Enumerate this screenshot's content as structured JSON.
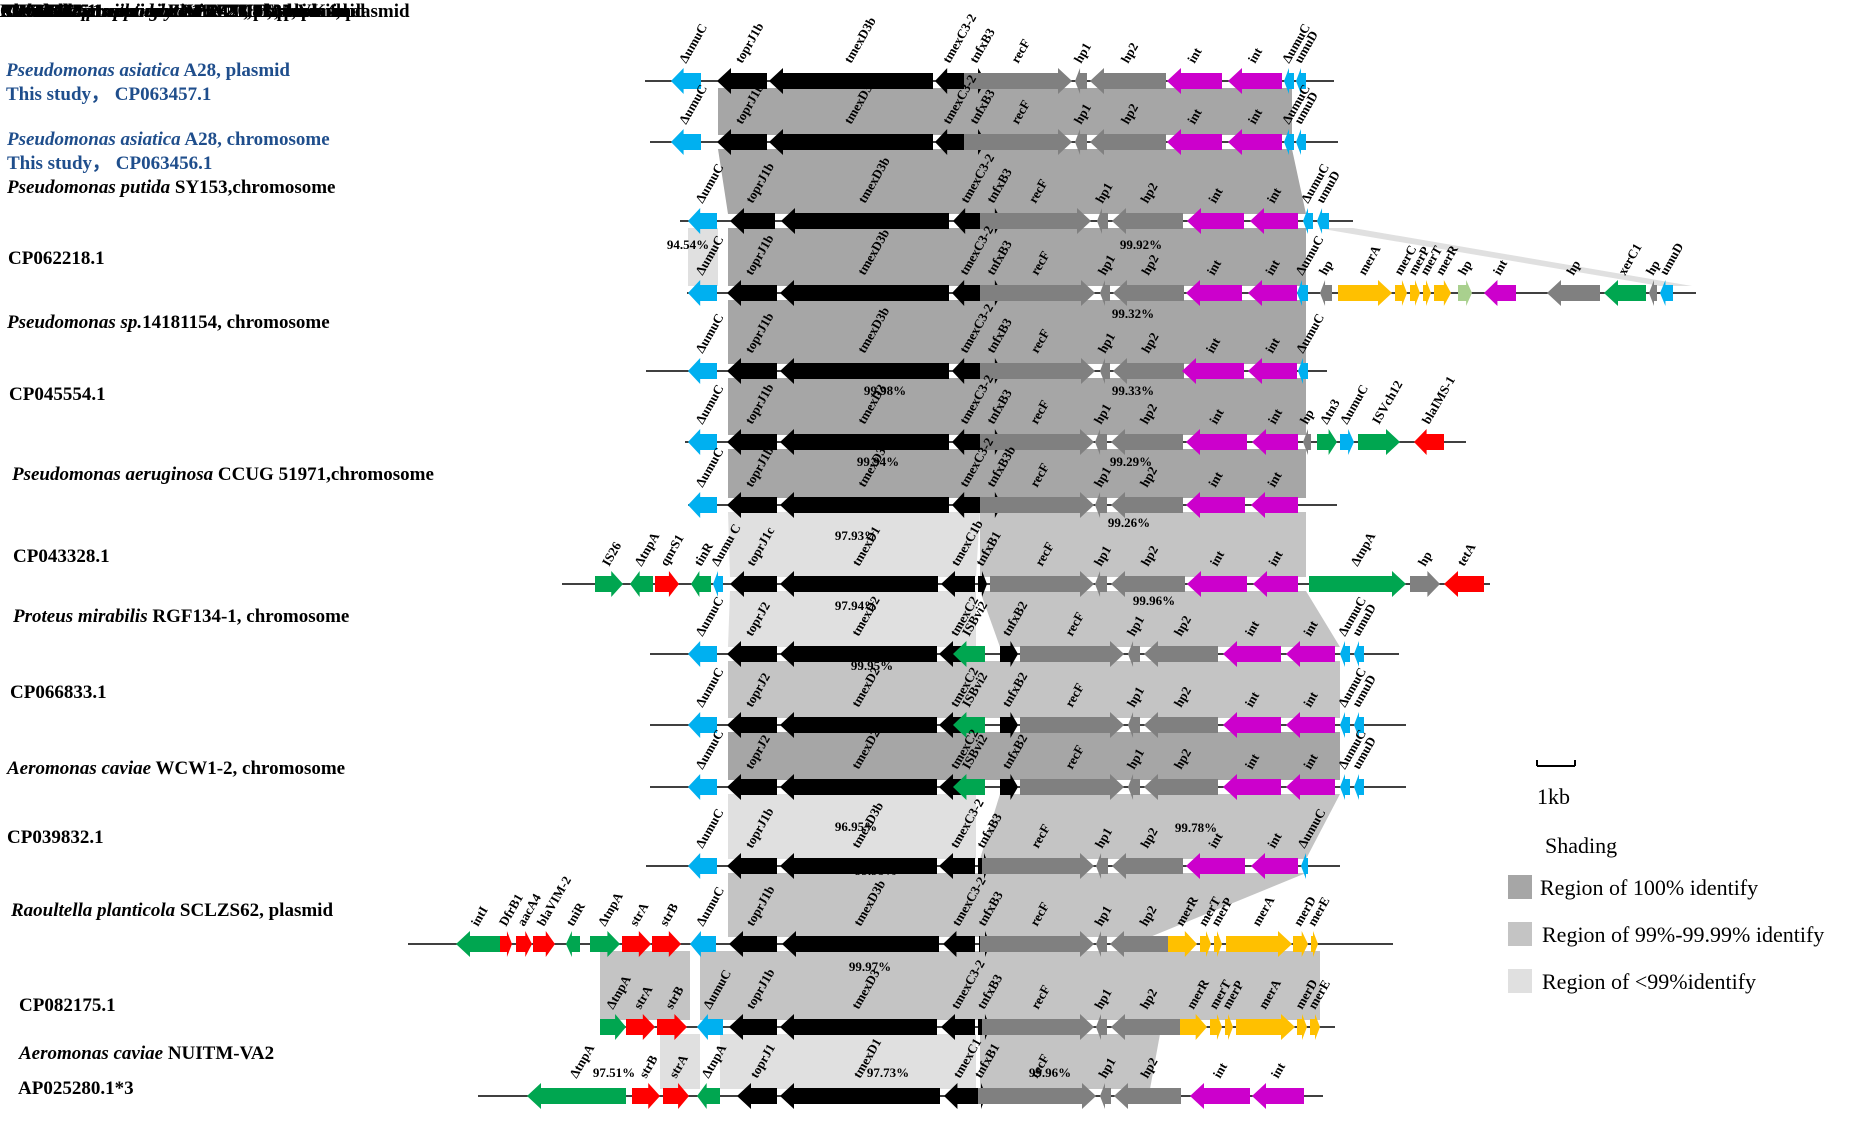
{
  "colors": {
    "shade100": "#a6a6a6",
    "shade99": "#c4c4c4",
    "shadeLow": "#e0e0e0",
    "black": "#000000",
    "gray": "#808080",
    "cyan": "#00b0f0",
    "magenta": "#cc00cc",
    "green": "#00a650",
    "red": "#ff0000",
    "yellow": "#ffc000",
    "lightgreen": "#a9d08e",
    "label_blue": "#1f4e8c"
  },
  "tracks": [
    {
      "species": "Pseudomonas asiatica",
      "strain": " A28, plasmid",
      "line2": "This study， CP063457.1",
      "label_color": "blue",
      "genes": [
        [
          "ΔumuC",
          "cyan"
        ],
        [
          "toprJ1b",
          "black"
        ],
        [
          "tmexD3b",
          "black"
        ],
        [
          "tmexC3-2",
          "black"
        ],
        [
          "tnfxB3",
          "black"
        ],
        [
          "recF",
          "gray"
        ],
        [
          "hp1",
          "gray"
        ],
        [
          "hp2",
          "gray"
        ],
        [
          "int",
          "magenta"
        ],
        [
          "int",
          "magenta"
        ],
        [
          "ΔumuC",
          "cyan"
        ],
        [
          "umuD",
          "cyan"
        ]
      ]
    },
    {
      "species": "Pseudomonas asiatica",
      "strain": " A28, chromosome",
      "line2": "This study， CP063456.1",
      "label_color": "blue",
      "genes": [
        [
          "ΔumuC",
          "cyan"
        ],
        [
          "toprJ1b",
          "black"
        ],
        [
          "tmexD3b",
          "black"
        ],
        [
          "tmexC3-2",
          "black"
        ],
        [
          "tnfxB3",
          "black"
        ],
        [
          "recF",
          "gray"
        ],
        [
          "hp1",
          "gray"
        ],
        [
          "hp2",
          "gray"
        ],
        [
          "int",
          "magenta"
        ],
        [
          "int",
          "magenta"
        ],
        [
          "ΔumuC",
          "cyan"
        ],
        [
          "umuD",
          "cyan"
        ]
      ]
    },
    {
      "species": "Pseudomonas putida",
      "strain": " SY153,chromosome",
      "line2": "CP062218.1",
      "label_color": "black",
      "genes": [
        [
          "ΔumuC",
          "cyan"
        ],
        [
          "toprJ1b",
          "black"
        ],
        [
          "tmexD3b",
          "black"
        ],
        [
          "tmexC3-2",
          "black"
        ],
        [
          "tnfxB3",
          "black"
        ],
        [
          "recF",
          "gray"
        ],
        [
          "hp1",
          "gray"
        ],
        [
          "hp2",
          "gray"
        ],
        [
          "int",
          "magenta"
        ],
        [
          "int",
          "magenta"
        ],
        [
          "ΔumuC",
          "cyan"
        ],
        [
          "umuD",
          "cyan"
        ]
      ]
    },
    {
      "species": "Pseudomonas sp.",
      "strain": "14181154, chromosome",
      "line2": "CP045554.1",
      "label_color": "black",
      "genes": [
        [
          "ΔumuC",
          "cyan"
        ],
        [
          "toprJ1b",
          "black"
        ],
        [
          "tmexD3b",
          "black"
        ],
        [
          "tmexC3-2",
          "black"
        ],
        [
          "tnfxB3",
          "black"
        ],
        [
          "recF",
          "gray"
        ],
        [
          "hp1",
          "gray"
        ],
        [
          "hp2",
          "gray"
        ],
        [
          "int",
          "magenta"
        ],
        [
          "int",
          "magenta"
        ],
        [
          "ΔumuC",
          "cyan"
        ],
        [
          "hp",
          "gray"
        ],
        [
          "merA",
          "yellow"
        ],
        [
          "merC",
          "yellow"
        ],
        [
          "merP",
          "yellow"
        ],
        [
          "merT",
          "yellow"
        ],
        [
          "merR",
          "yellow"
        ],
        [
          "hp",
          "lightgreen"
        ],
        [
          "int",
          "magenta"
        ],
        [
          "hp",
          "gray"
        ],
        [
          "xerC1",
          "green"
        ],
        [
          "hp",
          "gray"
        ],
        [
          "umuD",
          "cyan"
        ]
      ]
    },
    {
      "species": "Pseudomonas aeruginosa",
      "strain": " CCUG 51971,chromosome",
      "line2": "CP043328.1",
      "label_color": "black",
      "genes": [
        [
          "ΔumuC",
          "cyan"
        ],
        [
          "toprJ1b",
          "black"
        ],
        [
          "tmexD3b",
          "black"
        ],
        [
          "tmexC3-2",
          "black"
        ],
        [
          "tnfxB3",
          "black"
        ],
        [
          "recF",
          "gray"
        ],
        [
          "hp1",
          "gray"
        ],
        [
          "hp2",
          "gray"
        ],
        [
          "int",
          "magenta"
        ],
        [
          "int",
          "magenta"
        ],
        [
          "ΔumuC",
          "cyan"
        ]
      ]
    },
    {
      "species": "Proteus mirabilis",
      "strain": " RGF134-1, chromosome",
      "line2": "CP066833.1",
      "label_color": "black",
      "genes": [
        [
          "ΔumuC",
          "cyan"
        ],
        [
          "toprJ1b",
          "black"
        ],
        [
          "tmexD3",
          "black"
        ],
        [
          "tmexC3-2",
          "black"
        ],
        [
          "tnfxB3",
          "black"
        ],
        [
          "recF",
          "gray"
        ],
        [
          "hp1",
          "gray"
        ],
        [
          "hp2",
          "gray"
        ],
        [
          "int",
          "magenta"
        ],
        [
          "int",
          "magenta"
        ],
        [
          "hp",
          "gray"
        ],
        [
          "Δtn3",
          "green"
        ],
        [
          "ΔumuC",
          "cyan"
        ],
        [
          "ISVch12",
          "green"
        ],
        [
          "blaIMS-1",
          "red"
        ]
      ]
    },
    {
      "species": "Aeromonas caviae",
      "strain": " WCW1-2, chromosome",
      "line2": "CP039832.1",
      "label_color": "black",
      "genes": [
        [
          "ΔumuC",
          "cyan"
        ],
        [
          "toprJ1b",
          "black"
        ],
        [
          "tmexD3c",
          "black"
        ],
        [
          "tmexC3-2",
          "black"
        ],
        [
          "tnfxB3b",
          "black"
        ],
        [
          "recF",
          "gray"
        ],
        [
          "hp1",
          "gray"
        ],
        [
          "hp2",
          "gray"
        ],
        [
          "int",
          "magenta"
        ],
        [
          "int",
          "magenta"
        ]
      ]
    },
    {
      "species": "Raoultella planticola",
      "strain": " SCLZS62, plasmid",
      "line2": "CP082175.1",
      "label_color": "black",
      "genes": [
        [
          "IS26",
          "green"
        ],
        [
          "ΔtnpA",
          "green"
        ],
        [
          "qnrS1",
          "red"
        ],
        [
          "tinR",
          "green"
        ],
        [
          "Δumu C",
          "cyan"
        ],
        [
          "toprJ1c",
          "black"
        ],
        [
          "tmexD1",
          "black"
        ],
        [
          "tmexC1b",
          "black"
        ],
        [
          "tnfxB1",
          "black"
        ],
        [
          "recF",
          "gray"
        ],
        [
          "hp1",
          "gray"
        ],
        [
          "hp2",
          "gray"
        ],
        [
          "int",
          "magenta"
        ],
        [
          "int",
          "magenta"
        ],
        [
          "ΔtnpA",
          "green"
        ],
        [
          "hp",
          "gray"
        ],
        [
          "tetA",
          "red"
        ]
      ]
    },
    {
      "species": "Aeromonas caviae",
      "strain": " NUITM-VA2",
      "line2": "AP025280.1*3",
      "label_color": "black",
      "genes": [
        [
          "ΔumuC",
          "cyan"
        ],
        [
          "toprJ2",
          "black"
        ],
        [
          "tmexD2",
          "black"
        ],
        [
          "tmexC2",
          "black"
        ],
        [
          "ISBvi2",
          "green"
        ],
        [
          "tnfxB2",
          "black"
        ],
        [
          "recF",
          "gray"
        ],
        [
          "hp1",
          "gray"
        ],
        [
          "hp2",
          "gray"
        ],
        [
          "int",
          "magenta"
        ],
        [
          "int",
          "magenta"
        ],
        [
          "ΔumuC",
          "cyan"
        ],
        [
          "umuD",
          "cyan"
        ]
      ]
    },
    {
      "species": "Klebsiella quasipneumoniae",
      "strain": " NUITM-VK4, plasmid",
      "line2": "AP025165.1",
      "label_color": "black",
      "genes": [
        [
          "ΔumuC",
          "cyan"
        ],
        [
          "toprJ2",
          "black"
        ],
        [
          "tmexD2",
          "black"
        ],
        [
          "tmexC2",
          "black"
        ],
        [
          "ISBvi2",
          "green"
        ],
        [
          "tnfxB2",
          "black"
        ],
        [
          "recF",
          "gray"
        ],
        [
          "hp1",
          "gray"
        ],
        [
          "hp2",
          "gray"
        ],
        [
          "int",
          "magenta"
        ],
        [
          "int",
          "magenta"
        ],
        [
          "ΔumuC",
          "cyan"
        ],
        [
          "umuD",
          "cyan"
        ]
      ]
    },
    {
      "species": "Raoultella ornithinolytica",
      "strain": " 172117885, plasmid",
      "line2": "CP022275.1",
      "label_color": "black",
      "genes": [
        [
          "ΔumuC",
          "cyan"
        ],
        [
          "toprJ2",
          "black"
        ],
        [
          "tmexD2",
          "black"
        ],
        [
          "tmexC2",
          "black"
        ],
        [
          "ISBvi2",
          "green"
        ],
        [
          "tnfxB2",
          "black"
        ],
        [
          "recF",
          "gray"
        ],
        [
          "hp1",
          "gray"
        ],
        [
          "hp2",
          "gray"
        ],
        [
          "int",
          "magenta"
        ],
        [
          "int",
          "magenta"
        ],
        [
          "ΔumuC",
          "cyan"
        ],
        [
          "umuD",
          "cyan"
        ]
      ]
    },
    {
      "species": "Pseudomonas aeruginosa",
      "strain": " SE5388, plasmid",
      "line2": "MT598646.1",
      "label_color": "black",
      "genes": [
        [
          "ΔumuC",
          "cyan"
        ],
        [
          "toprJ1b",
          "black"
        ],
        [
          "tmexD3b",
          "black"
        ],
        [
          "tmexC3-2",
          "black"
        ],
        [
          "tnfxB3",
          "black"
        ],
        [
          "recF",
          "gray"
        ],
        [
          "hp1",
          "gray"
        ],
        [
          "hp2",
          "gray"
        ],
        [
          "int",
          "magenta"
        ],
        [
          "int",
          "magenta"
        ],
        [
          "ΔumuC",
          "cyan"
        ]
      ]
    },
    {
      "species": "Pseudomonas putida",
      "strain": " PP112420, chromosome",
      "line2": "CP017073.1",
      "label_color": "black",
      "genes": [
        [
          "intI",
          "green"
        ],
        [
          "DfrB1",
          "red"
        ],
        [
          "aacA4",
          "red"
        ],
        [
          "blaVIM-2",
          "red"
        ],
        [
          "tniR",
          "green"
        ],
        [
          "ΔtnpA",
          "green"
        ],
        [
          "strA",
          "red"
        ],
        [
          "strB",
          "red"
        ],
        [
          "ΔumuC",
          "cyan"
        ],
        [
          "toprJ1b",
          "black"
        ],
        [
          "tmexD3b",
          "black"
        ],
        [
          "tmexC3-2",
          "black"
        ],
        [
          "tnfxB3",
          "black"
        ],
        [
          "recF",
          "gray"
        ],
        [
          "hp1",
          "gray"
        ],
        [
          "hp2",
          "gray"
        ],
        [
          "merR",
          "yellow"
        ],
        [
          "merT",
          "yellow"
        ],
        [
          "merP",
          "yellow"
        ],
        [
          "merA",
          "yellow"
        ],
        [
          "merD",
          "yellow"
        ],
        [
          "merE",
          "yellow"
        ]
      ]
    },
    {
      "species": "Pseudomonas putida",
      "strain": " ZXPA-20, plasmid",
      "line2": "CP061724.1",
      "label_color": "black",
      "genes": [
        [
          "ΔtnpA",
          "green"
        ],
        [
          "strA",
          "red"
        ],
        [
          "strB",
          "red"
        ],
        [
          "ΔumuC",
          "cyan"
        ],
        [
          "toprJ1b",
          "black"
        ],
        [
          "tmexD3",
          "black"
        ],
        [
          "tmexC3-2",
          "black"
        ],
        [
          "tnfxB3",
          "black"
        ],
        [
          "recF",
          "gray"
        ],
        [
          "hp1",
          "gray"
        ],
        [
          "hp2",
          "gray"
        ],
        [
          "merR",
          "yellow"
        ],
        [
          "merT",
          "yellow"
        ],
        [
          "merP",
          "yellow"
        ],
        [
          "merA",
          "yellow"
        ],
        [
          "merD",
          "yellow"
        ],
        [
          "merE",
          "yellow"
        ]
      ]
    },
    {
      "species": "Klebsiella pneumoniae",
      "strain": " AHM7C8I , plasmid",
      "line2": "MK347425.1",
      "label_color": "black",
      "genes": [
        [
          "ΔtnpA",
          "green"
        ],
        [
          "strB",
          "red"
        ],
        [
          "strA",
          "red"
        ],
        [
          "ΔtnpA",
          "green"
        ],
        [
          "toprJ1",
          "black"
        ],
        [
          "tmexD1",
          "black"
        ],
        [
          "tmexC1",
          "black"
        ],
        [
          "tnfxB1",
          "black"
        ],
        [
          "recF",
          "gray"
        ],
        [
          "hp1",
          "gray"
        ],
        [
          "hp2",
          "gray"
        ],
        [
          "int",
          "magenta"
        ],
        [
          "int",
          "magenta"
        ]
      ]
    }
  ],
  "percentages": [
    "94.54%",
    "99.92%",
    "99.32%",
    "99.98%",
    "99.33%",
    "99.94%",
    "99.29%",
    "99.26%",
    "97.93%",
    "97.94%",
    "99.96%",
    "99.95%",
    "96.95%",
    "99.78%",
    "99.98%",
    "99.97%",
    "97.51%",
    "97.73%",
    "99.96%"
  ],
  "scale": {
    "label": "1kb"
  },
  "legend": {
    "title": "Shading",
    "items": [
      {
        "label": "Region of 100% identify",
        "color": "#a6a6a6"
      },
      {
        "label": "Region of 99%-99.99% identify",
        "color": "#c4c4c4"
      },
      {
        "label": "Region of <99%identify",
        "color": "#e0e0e0"
      }
    ]
  }
}
